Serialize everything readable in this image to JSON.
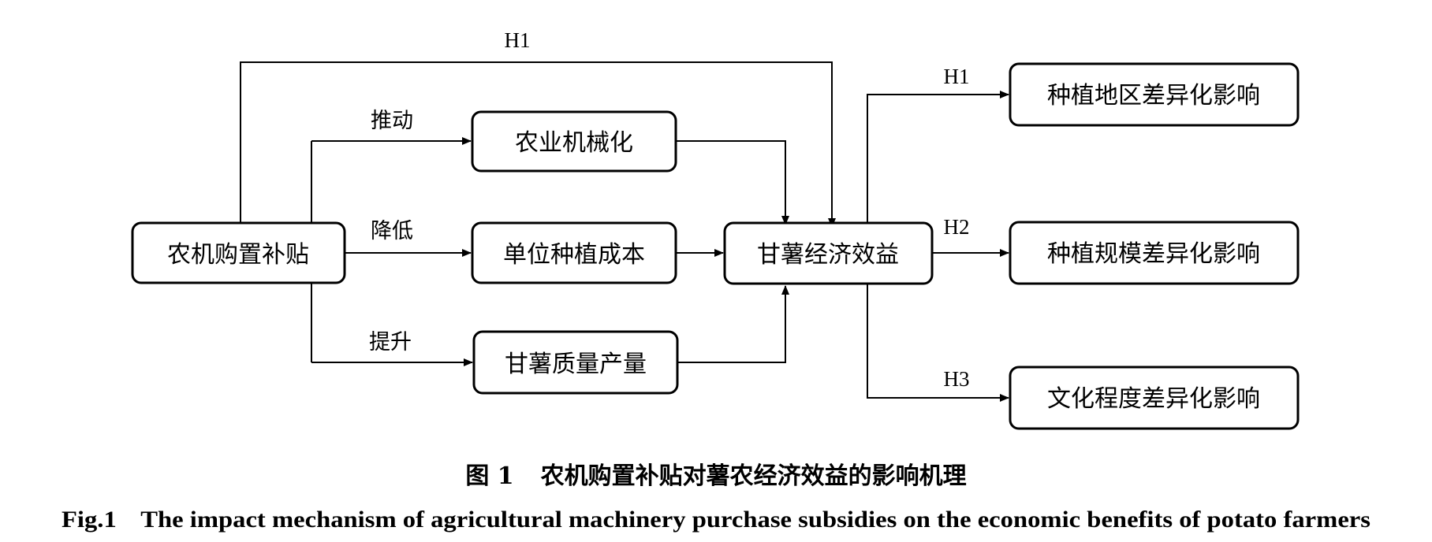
{
  "diagram": {
    "nodes": {
      "subsidy": "农机购置补贴",
      "mechanization": "农业机械化",
      "unit_cost": "单位种植成本",
      "quality_yield": "甘薯质量产量",
      "benefit": "甘薯经济效益",
      "region": "种植地区差异化影响",
      "scale": "种植规模差异化影响",
      "education": "文化程度差异化影响"
    },
    "edges": {
      "promote": "推动",
      "reduce": "降低",
      "improve": "提升",
      "h1_top": "H1",
      "h1_right": "H1",
      "h2": "H2",
      "h3": "H3"
    }
  },
  "caption": {
    "cn_number": "图 1",
    "cn_title": "农机购置补贴对薯农经济效益的影响机理",
    "en_number": "Fig.1",
    "en_title": "The impact mechanism of agricultural machinery purchase subsidies on the economic benefits of potato farmers"
  }
}
